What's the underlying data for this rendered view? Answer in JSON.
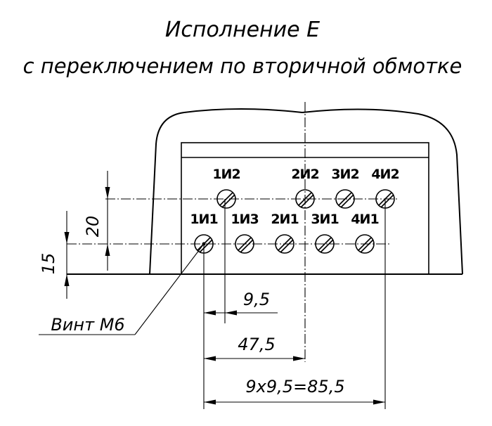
{
  "title": "Исполнение Е",
  "subtitle": "с переключением по вторичной обмотке",
  "terminals": {
    "top_row": [
      "1И2",
      "2И2",
      "3И2",
      "4И2"
    ],
    "bottom_row": [
      "1И1",
      "1И3",
      "2И1",
      "3И1",
      "4И1"
    ]
  },
  "dimensions": {
    "vertical_20": "20",
    "vertical_15": "15",
    "pitch": "9,5",
    "offset": "47,5",
    "total": "9х9,5=85,5"
  },
  "callout": {
    "screw": "Винт М6"
  }
}
